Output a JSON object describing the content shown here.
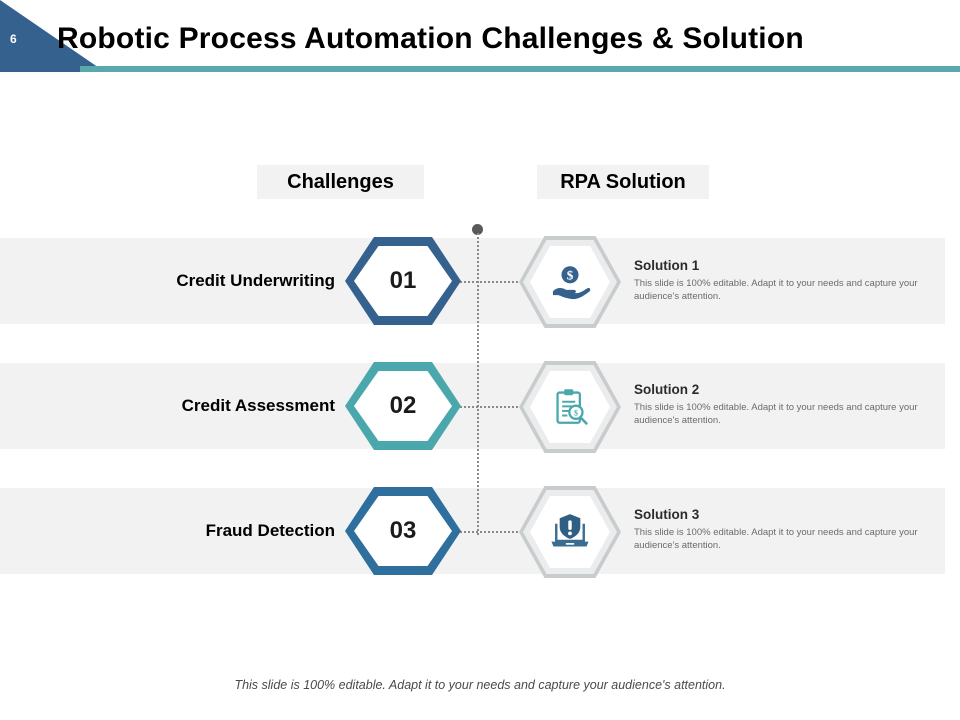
{
  "header": {
    "slide_number": "6",
    "title": "Robotic Process Automation Challenges & Solution",
    "accent_color": "#58a9ab",
    "badge_color": "#35618f"
  },
  "columns": {
    "challenges_label": "Challenges",
    "solution_label": "RPA Solution"
  },
  "rows": [
    {
      "challenge": "Credit Underwriting",
      "number": "01",
      "number_color": "#35618f",
      "icon": "hand-holding-coin-icon",
      "icon_color": "#35618f",
      "solution_title": "Solution 1",
      "solution_desc": "This slide is 100% editable.  Adapt it to your needs and capture your audience's attention."
    },
    {
      "challenge": "Credit Assessment",
      "number": "02",
      "number_color": "#4aa8ad",
      "icon": "clipboard-search-icon",
      "icon_color": "#4aa8ad",
      "solution_title": "Solution 2",
      "solution_desc": "This slide is 100% editable.  Adapt it to your needs and capture your audience's attention."
    },
    {
      "challenge": "Fraud Detection",
      "number": "03",
      "number_color": "#2e6f9e",
      "icon": "laptop-shield-alert-icon",
      "icon_color": "#3a6e90",
      "solution_title": "Solution 3",
      "solution_desc": "This slide is 100% editable.  Adapt it to your needs and capture your audience's attention."
    }
  ],
  "footer": {
    "note": "This slide is 100% editable. Adapt it to your needs and capture your audience's attention."
  }
}
